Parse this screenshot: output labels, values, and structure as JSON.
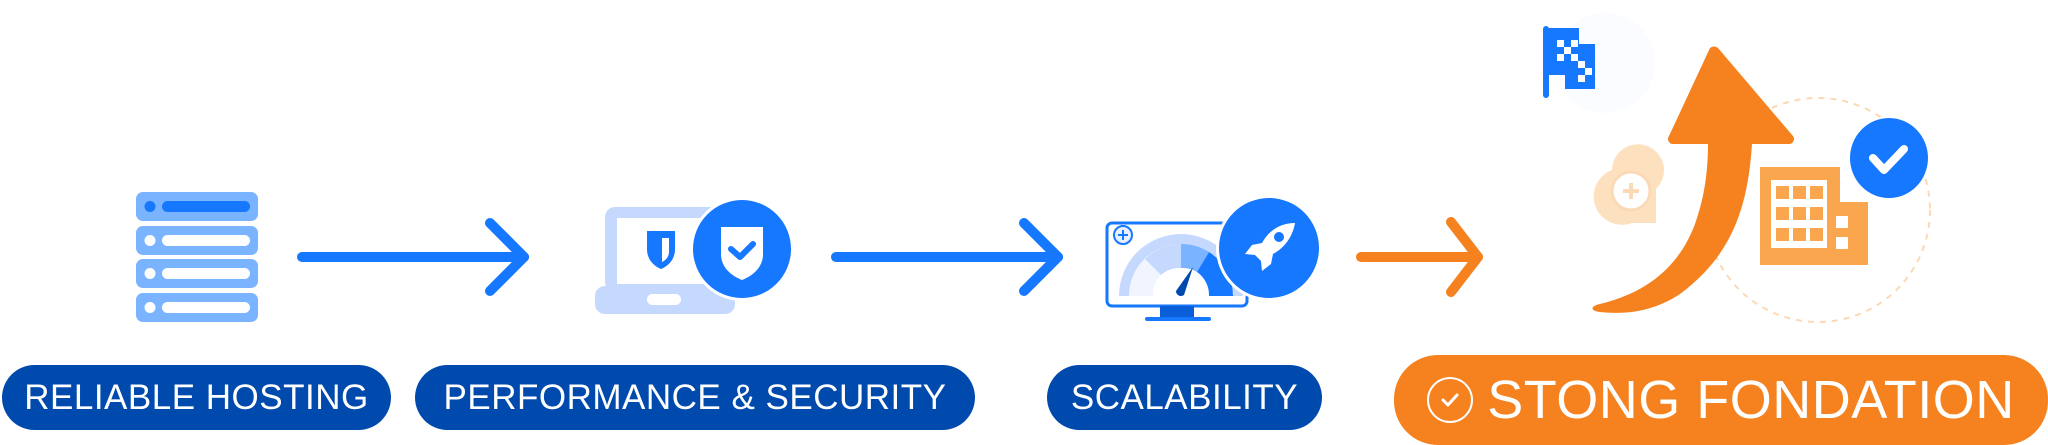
{
  "steps": [
    {
      "label": "RELIABLE HOSTING",
      "icon": "server-icon"
    },
    {
      "label": "PERFORMANCE & SECURITY",
      "icon": "laptop-shield-icon"
    },
    {
      "label": "SCALABILITY",
      "icon": "monitor-speedometer-rocket-icon"
    },
    {
      "label": "STONG FONDATION",
      "icon": "growth-arrow-building-icon"
    }
  ],
  "colors": {
    "primary_blue": "#1677ff",
    "dark_blue": "#004aad",
    "light_blue": "#7ab3ff",
    "pale_blue": "#c5d9ff",
    "orange": "#f5821f",
    "light_orange": "#f9a64f"
  }
}
